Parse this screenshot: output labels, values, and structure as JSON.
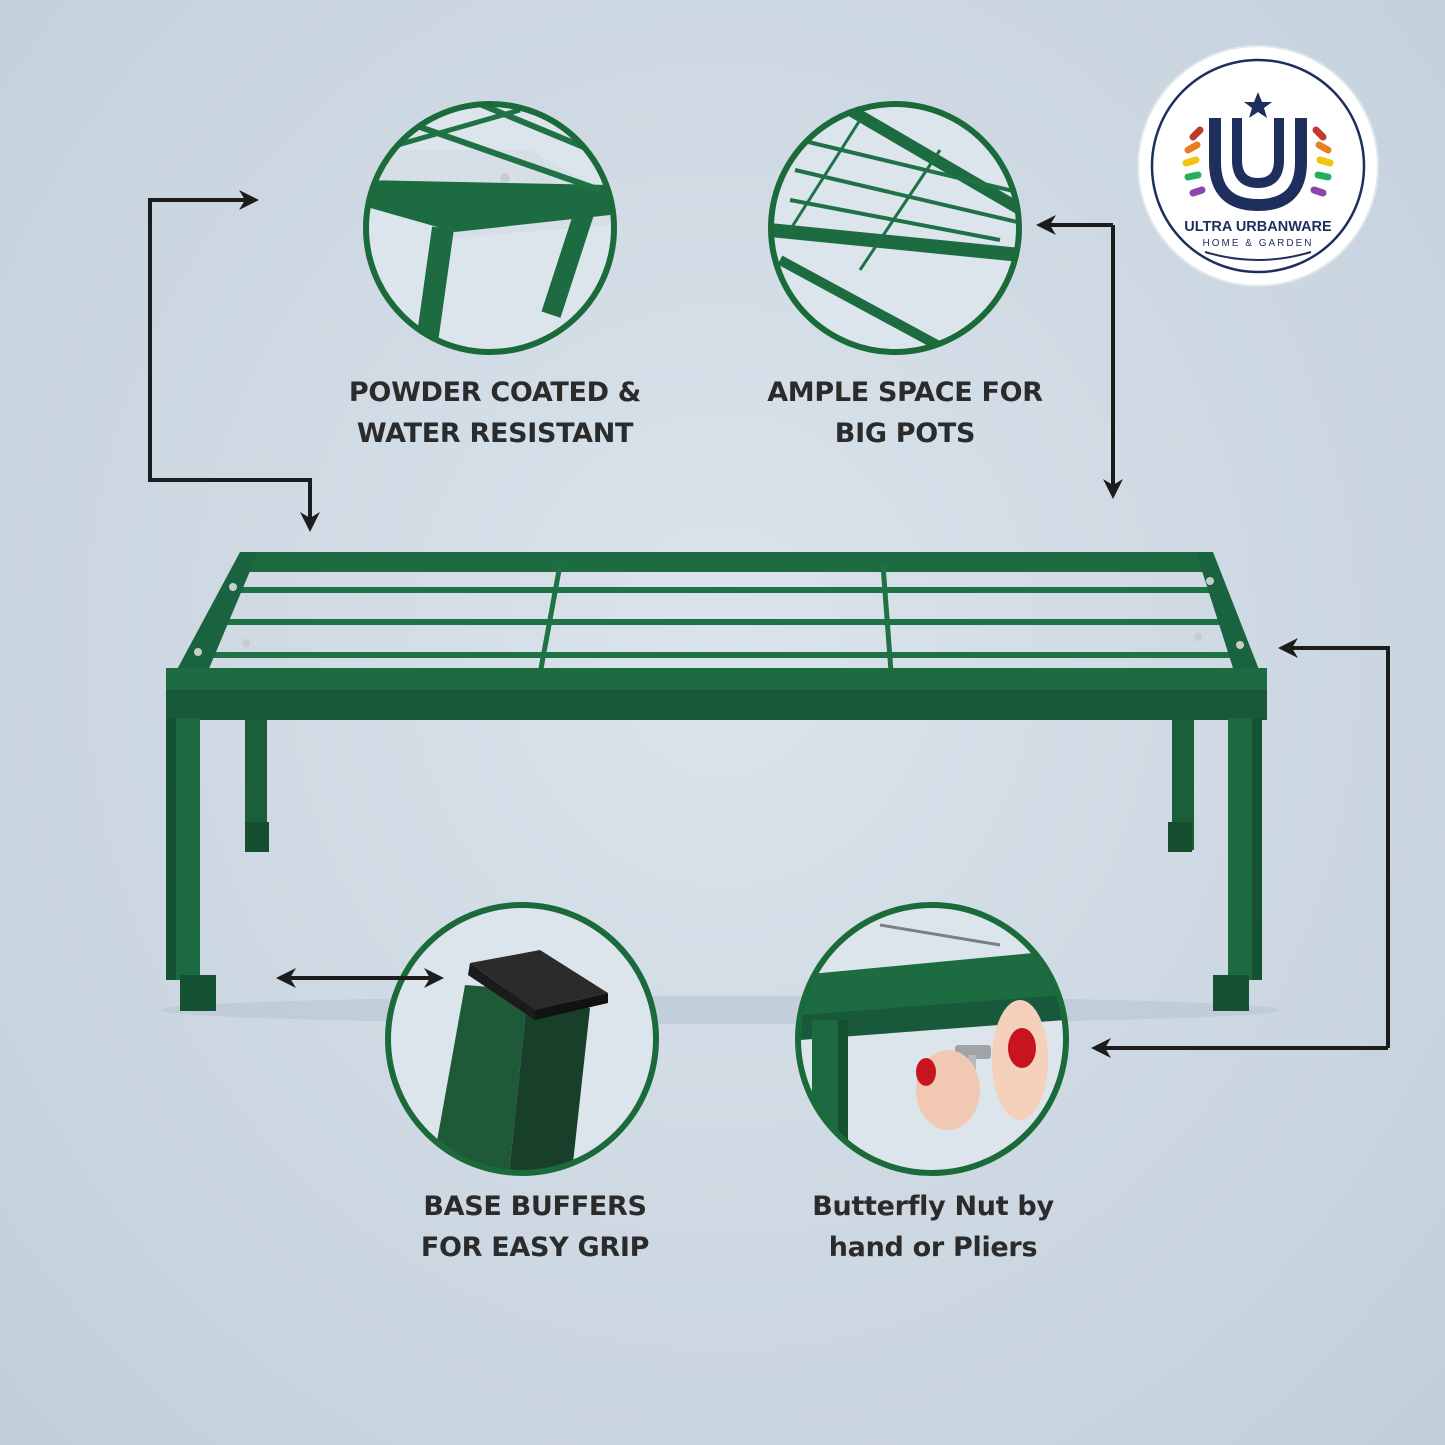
{
  "brand": {
    "name": "ULTRA URBANWARE",
    "tagline": "HOME & GARDEN",
    "monogram": "U"
  },
  "features": [
    {
      "line1": "POWDER COATED &",
      "line2": "WATER RESISTANT"
    },
    {
      "line1": "AMPLE SPACE FOR",
      "line2": "BIG POTS"
    },
    {
      "line1": "BASE BUFFERS",
      "line2": "FOR EASY GRIP"
    },
    {
      "line1": "Butterfly Nut by",
      "line2": "hand or Pliers"
    }
  ],
  "colors": {
    "frame_green": "#1d6b40",
    "frame_dark": "#14502f",
    "circle_border": "#1a6a3a",
    "arrow": "#1c1c1c",
    "logo_navy": "#1e2f5e",
    "text": "#2b2b2b"
  },
  "icons": [
    "arrow-icon",
    "star-icon",
    "laurel-icon"
  ]
}
